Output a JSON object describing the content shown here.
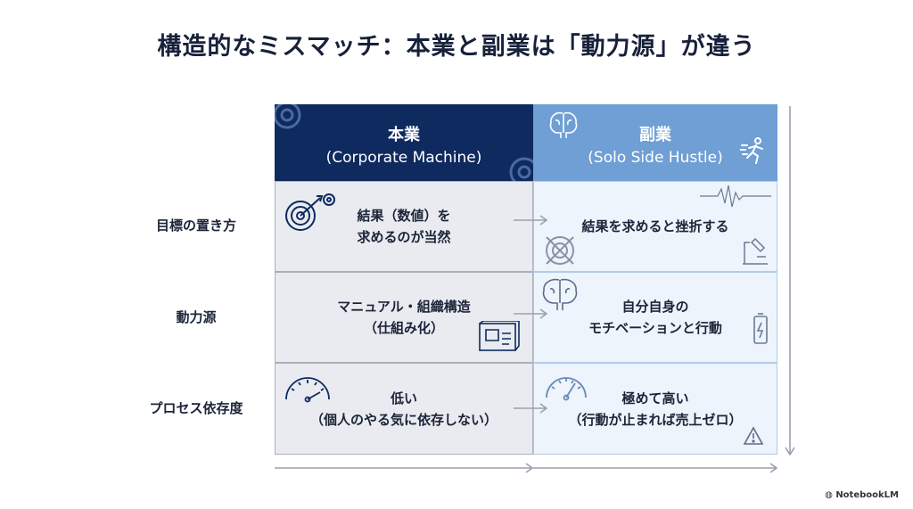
{
  "title": "構造的なミスマッチ：本業と副業は「動力源」が違う",
  "columns": {
    "left": {
      "title": "本業",
      "subtitle": "(Corporate Machine)"
    },
    "right": {
      "title": "副業",
      "subtitle": "(Solo Side Hustle)"
    }
  },
  "rows": [
    {
      "label": "目標の置き方",
      "left": [
        "結果（数値）を",
        "求めるのが当然"
      ],
      "right": [
        "結果を求めると挫折する"
      ]
    },
    {
      "label": "動力源",
      "left": [
        "マニュアル・組織構造",
        "（仕組み化）"
      ],
      "right": [
        "自分自身の",
        "モチベーションと行動"
      ]
    },
    {
      "label": "プロセス依存度",
      "left": [
        "低い",
        "（個人のやる気に依存しない）"
      ],
      "right": [
        "極めて高い",
        "（行動が止まれば売上ゼロ）"
      ]
    }
  ],
  "branding": "NotebookLM",
  "colors": {
    "left_header": "#0e2a5f",
    "right_header": "#6f9fd4",
    "left_cell": "#e9ebf0",
    "right_cell": "#edf4fc",
    "arrow": "#9aa1ad"
  }
}
